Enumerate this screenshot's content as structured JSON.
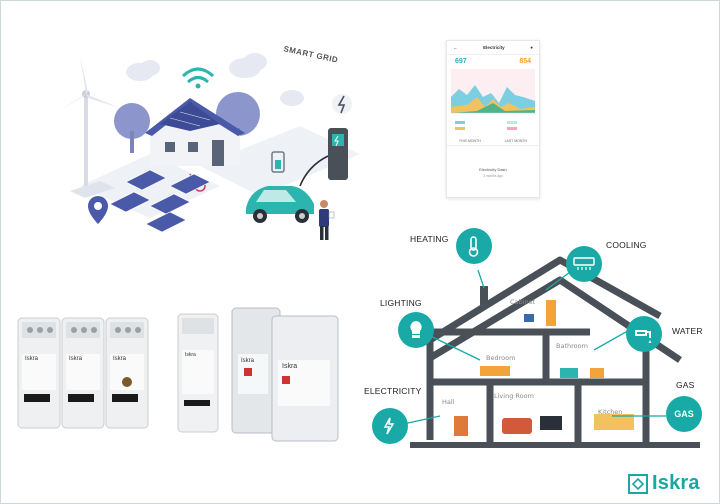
{
  "smart_grid": {
    "title": "SMART GRID"
  },
  "app": {
    "title": "Electricity",
    "value_left": "697",
    "value_right": "854",
    "tab_left": "THIS MONTH",
    "tab_right": "LAST MONTH",
    "footer_title": "Electricity Dash",
    "footer_sub": "3 months ago"
  },
  "house": {
    "labels": {
      "heating": "HEATING",
      "cooling": "COOLING",
      "lighting": "LIGHTING",
      "water": "WATER",
      "electricity": "ELECTRICITY",
      "gas": "GAS"
    },
    "rooms": {
      "cabinet": "Cabinet",
      "bedroom": "Bedroom",
      "bathroom": "Bathroom",
      "hall": "Hall",
      "living_room": "Living Room",
      "kitchen": "Kitchen"
    },
    "gas_icon_text": "GAS"
  },
  "devices": {
    "brand": "Iskra"
  },
  "brand": {
    "name": "Iskra",
    "color": "#18a7a4"
  },
  "colors": {
    "teal": "#19a9a7",
    "house_dark": "#4a5058",
    "solar_blue": "#4a5aa8",
    "car_teal": "#2bb5ae"
  }
}
